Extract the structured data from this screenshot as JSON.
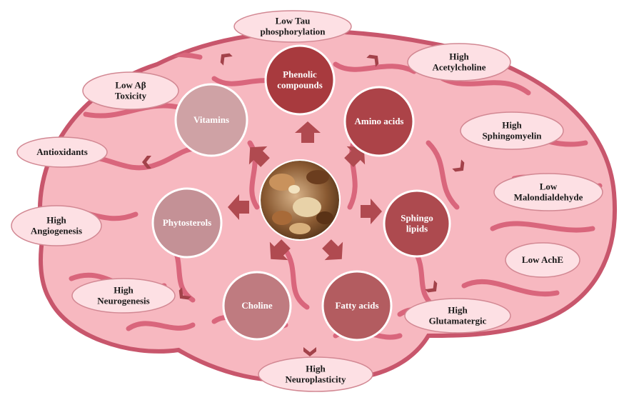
{
  "colors": {
    "brain_fill": "#f7b8c0",
    "brain_stroke": "#c8566c",
    "gyri": "#d9667c",
    "oval_fill": "#fde0e4",
    "oval_stroke": "#d28893",
    "arrow": "#b04a50"
  },
  "center": {
    "image": "assorted-nuts-photo"
  },
  "components": [
    {
      "label": [
        "Phenolic",
        "compounds"
      ],
      "color": "#a83a3e"
    },
    {
      "label": [
        "Amino acids"
      ],
      "color": "#ac4348"
    },
    {
      "label": [
        "Sphingo",
        "lipids"
      ],
      "color": "#ad4a4f"
    },
    {
      "label": [
        "Fatty acids"
      ],
      "color": "#b35c60"
    },
    {
      "label": [
        "Choline"
      ],
      "color": "#bf7b80"
    },
    {
      "label": [
        "Phytosterols"
      ],
      "color": "#c49196"
    },
    {
      "label": [
        "Vitamins"
      ],
      "color": "#cfa2a5"
    }
  ],
  "effects": [
    {
      "label": [
        "Low Tau",
        "phosphorylation"
      ]
    },
    {
      "label": [
        "High",
        "Acetylcholine"
      ]
    },
    {
      "label": [
        "High",
        "Sphingomyelin"
      ]
    },
    {
      "label": [
        "Low",
        "Malondialdehyde"
      ]
    },
    {
      "label": [
        "Low AchE"
      ]
    },
    {
      "label": [
        "High",
        "Glutamatergic"
      ]
    },
    {
      "label": [
        "High",
        "Neuroplasticity"
      ]
    },
    {
      "label": [
        "High",
        "Neurogenesis"
      ]
    },
    {
      "label": [
        "High",
        "Angiogenesis"
      ]
    },
    {
      "label": [
        "Antioxidants"
      ]
    },
    {
      "label": [
        "Low Aβ",
        "Toxicity"
      ]
    }
  ]
}
